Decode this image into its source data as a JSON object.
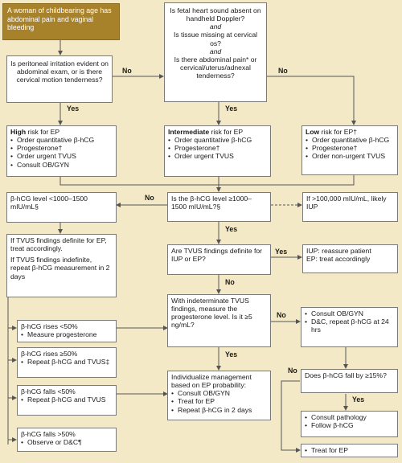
{
  "start": {
    "text": "A woman of childbearing age has abdominal pain and vaginal bleeding"
  },
  "q_peritoneal": {
    "text": "Is peritoneal irritation evident on abdominal exam, or is there cervical motion tenderness?"
  },
  "q_fetal": {
    "line1": "Is fetal heart sound absent on handheld Doppler?",
    "and1": "and",
    "line2": "Is tissue missing at cervical os?",
    "and2": "and",
    "line3": "Is there abdominal pain* or cervical/uterus/adnexal tenderness?"
  },
  "high_risk": {
    "level": "High",
    "title_rest": " risk for EP",
    "items": [
      "Order quantitative β-hCG",
      "Progesterone†",
      "Order urgent TVUS",
      "Consult OB/GYN"
    ]
  },
  "intermediate_risk": {
    "level": "Intermediate",
    "title_rest": " risk for EP",
    "items": [
      "Order quantitative β-hCG",
      "Progesterone†",
      "Order urgent TVUS"
    ]
  },
  "low_risk": {
    "level": "Low",
    "title_rest": " risk for EP†",
    "items": [
      "Order quantitative β-hCG",
      "Progesterone†",
      "Order non-urgent TVUS"
    ]
  },
  "hcg_low": {
    "text": "β-hCG level <1000–1500 mIU/mL§"
  },
  "q_hcg_level": {
    "text": "Is the β-hCG level ≥1000–1500 mIU/mL?§"
  },
  "likely_iup": {
    "text": "If >100,000 mIU/mL, likely IUP"
  },
  "tvus_repeat": {
    "p1": "If TVUS findings definite for EP, treat accordingly.",
    "p2": "If TVUS findings indefinite, repeat β-hCG measurement in 2 days"
  },
  "q_tvus": {
    "text": "Are TVUS findings definite for IUP or EP?"
  },
  "iup_reassure": {
    "line1": "IUP: reassure patient",
    "line2": "EP: treat accordingly"
  },
  "rises_lt50": {
    "title": "β-hCG rises <50%",
    "items": [
      "Measure progesterone"
    ]
  },
  "q_progesterone": {
    "text": "With indeterminate TVUS findings, measure the progesterone level. Is it ≥5 ng/mL?"
  },
  "consult_dc": {
    "items": [
      "Consult OB/GYN",
      "D&C, repeat β-hCG at 24 hrs"
    ]
  },
  "rises_ge50": {
    "title": "β-hCG rises ≥50%",
    "items": [
      "Repeat β-hCG and TVUS‡"
    ]
  },
  "q_fall": {
    "text": "Does β-hCG fall by ≥15%?"
  },
  "falls_lt50": {
    "title": "β-hCG falls <50%",
    "items": [
      "Repeat β-hCG and TVUS"
    ]
  },
  "individualize": {
    "text": "Individualize management based on EP probability:",
    "items": [
      "Consult OB/GYN",
      "Treat for EP",
      "Repeat β-hCG in 2 days"
    ]
  },
  "consult_pathology": {
    "items": [
      "Consult pathology",
      "Follow β-hCG"
    ]
  },
  "falls_gt50": {
    "title": "β-hCG falls >50%",
    "items": [
      "Observe or D&C¶"
    ]
  },
  "treat_ep": {
    "items": [
      "Treat for EP"
    ]
  },
  "labels": {
    "yes": "Yes",
    "no": "No"
  },
  "colors": {
    "background": "#f4e9c6",
    "start_box": "#a8822a",
    "border": "#7a7a7a",
    "line": "#555555"
  }
}
